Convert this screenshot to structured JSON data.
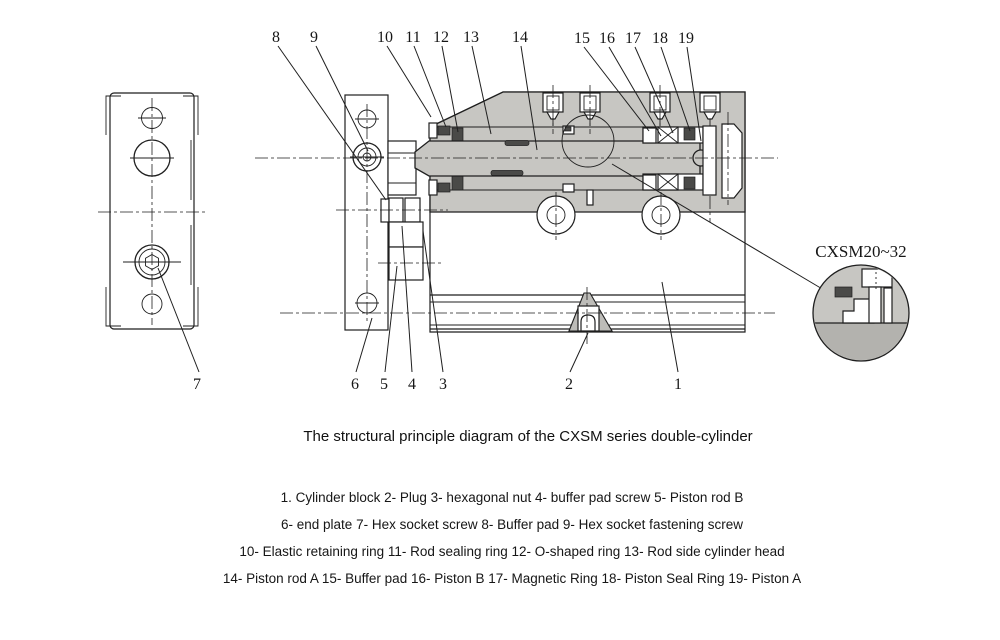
{
  "colors": {
    "paper": "#ffffff",
    "line": "#1f1f1f",
    "body_gray": "#c7c6c2",
    "plug_gray": "#bdbcb8",
    "shade_gray": "#b3b2ae",
    "seal_dark": "#4a4a48"
  },
  "caption": "The structural principle diagram of the CXSM series double-cylinder",
  "detail": {
    "label": "CXSM20~32"
  },
  "callouts": {
    "c1": "1",
    "c2": "2",
    "c3": "3",
    "c4": "4",
    "c5": "5",
    "c6": "6",
    "c7": "7",
    "c8": "8",
    "c9": "9",
    "c10": "10",
    "c11": "11",
    "c12": "12",
    "c13": "13",
    "c14": "14",
    "c15": "15",
    "c16": "16",
    "c17": "17",
    "c18": "18",
    "c19": "19"
  },
  "legend": {
    "lines": [
      "1. Cylinder block  2- Plug  3- hexagonal nut  4- buffer pad screw  5- Piston rod B",
      "6- end plate  7- Hex socket screw  8- Buffer pad  9- Hex socket fastening screw",
      "10- Elastic retaining ring  11- Rod sealing ring  12- O-shaped ring  13- Rod side cylinder head",
      "14- Piston rod A  15- Buffer pad  16- Piston B  17- Magnetic Ring  18- Piston Seal Ring  19- Piston A"
    ]
  }
}
